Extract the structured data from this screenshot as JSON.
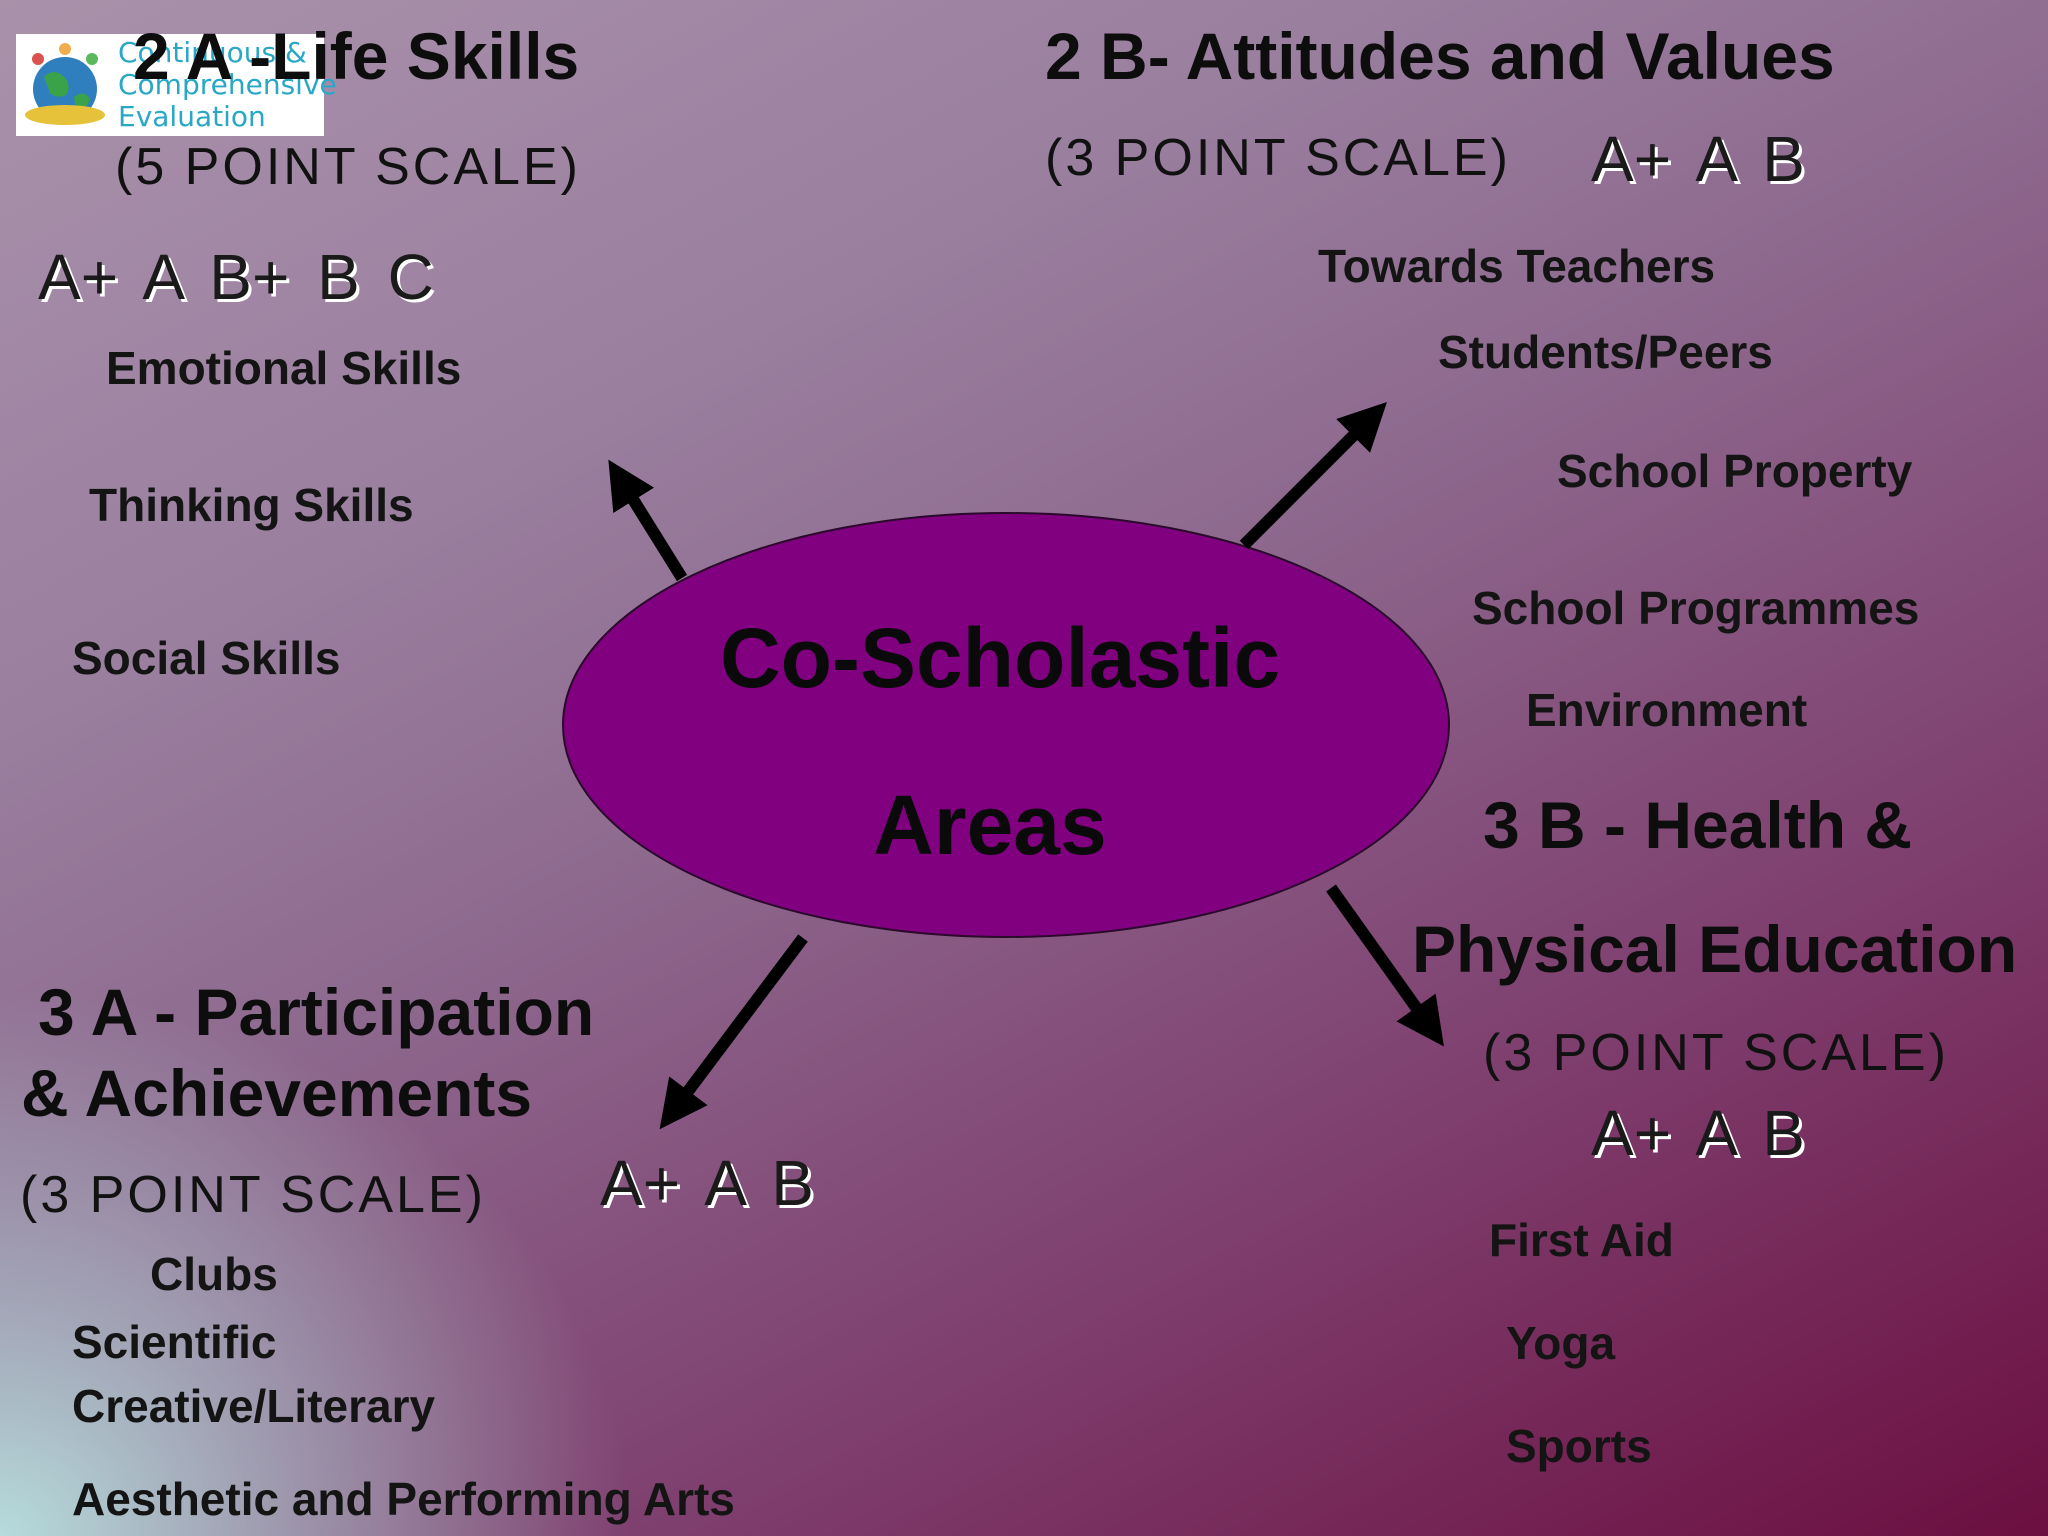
{
  "logo": {
    "lines": [
      "Continuous &",
      "Comprehensive",
      "Evaluation"
    ]
  },
  "center": {
    "line1": "Co-Scholastic",
    "line2": "Areas",
    "fill": "#800080"
  },
  "life_skills": {
    "title": "2 A -Life Skills",
    "scale": "(5 POINT SCALE)",
    "grades": "A+  A  B+  B  C",
    "items": [
      "Emotional Skills",
      "Thinking Skills",
      "Social Skills"
    ]
  },
  "attitudes": {
    "title": "2 B-  Attitudes and Values",
    "scale": "(3 POINT SCALE)",
    "grades": "A+  A    B",
    "items": [
      "Towards Teachers",
      "Students/Peers",
      "School Property",
      "School Programmes",
      "Environment"
    ]
  },
  "participation": {
    "title_line1": "3 A - Participation",
    "title_line2": "& Achievements",
    "scale": "(3 POINT SCALE)",
    "grades": "A+  A    B",
    "clubs_label": "Clubs",
    "items": [
      "Scientific",
      "Creative/Literary",
      "Aesthetic and Performing Arts"
    ]
  },
  "health": {
    "title_line1": "3 B  - Health &",
    "title_line2": "Physical Education",
    "scale": "(3 POINT SCALE)",
    "grades": "A+  A    B",
    "items": [
      "First Aid",
      "Yoga",
      "Sports"
    ]
  },
  "colors": {
    "arrow": "#000000",
    "ellipse_fill": "#800080",
    "logo_text": "#29a7c7"
  }
}
